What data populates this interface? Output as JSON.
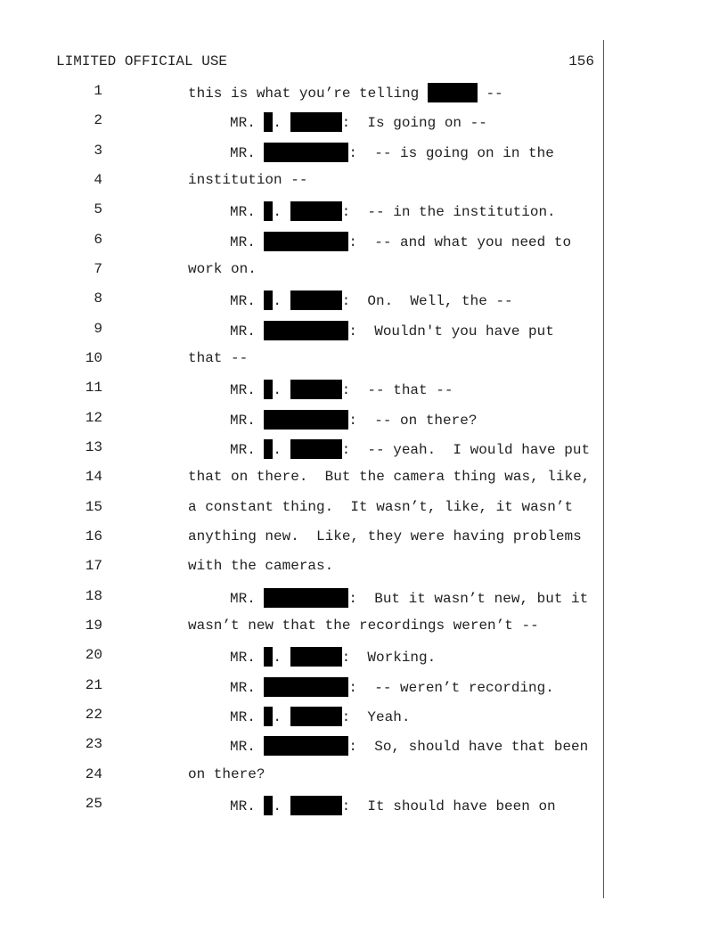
{
  "header": {
    "left": "LIMITED OFFICIAL USE",
    "page_number": "156"
  },
  "lines": [
    {
      "n": "1",
      "indent": false,
      "segs": [
        {
          "t": "this is what you’re telling "
        },
        {
          "r": "name"
        },
        {
          "t": " --"
        }
      ]
    },
    {
      "n": "2",
      "indent": true,
      "segs": [
        {
          "t": "MR. "
        },
        {
          "r": "init"
        },
        {
          "t": ". "
        },
        {
          "r": "last"
        },
        {
          "t": ":  Is going on --"
        }
      ]
    },
    {
      "n": "3",
      "indent": true,
      "segs": [
        {
          "t": "MR. "
        },
        {
          "r": "long"
        },
        {
          "t": ":  -- is going on in the"
        }
      ]
    },
    {
      "n": "4",
      "indent": false,
      "segs": [
        {
          "t": "institution --"
        }
      ]
    },
    {
      "n": "5",
      "indent": true,
      "segs": [
        {
          "t": "MR. "
        },
        {
          "r": "init"
        },
        {
          "t": ". "
        },
        {
          "r": "last"
        },
        {
          "t": ":  -- in the institution."
        }
      ]
    },
    {
      "n": "6",
      "indent": true,
      "segs": [
        {
          "t": "MR. "
        },
        {
          "r": "long"
        },
        {
          "t": ":  -- and what you need to"
        }
      ]
    },
    {
      "n": "7",
      "indent": false,
      "segs": [
        {
          "t": "work on."
        }
      ]
    },
    {
      "n": "8",
      "indent": true,
      "segs": [
        {
          "t": "MR. "
        },
        {
          "r": "init"
        },
        {
          "t": ". "
        },
        {
          "r": "last"
        },
        {
          "t": ":  On.  Well, the --"
        }
      ]
    },
    {
      "n": "9",
      "indent": true,
      "segs": [
        {
          "t": "MR. "
        },
        {
          "r": "long"
        },
        {
          "t": ":  Wouldn't you have put"
        }
      ]
    },
    {
      "n": "10",
      "indent": false,
      "segs": [
        {
          "t": "that --"
        }
      ]
    },
    {
      "n": "11",
      "indent": true,
      "segs": [
        {
          "t": "MR. "
        },
        {
          "r": "init"
        },
        {
          "t": ". "
        },
        {
          "r": "last"
        },
        {
          "t": ":  -- that --"
        }
      ]
    },
    {
      "n": "12",
      "indent": true,
      "segs": [
        {
          "t": "MR. "
        },
        {
          "r": "long"
        },
        {
          "t": ":  -- on there?"
        }
      ]
    },
    {
      "n": "13",
      "indent": true,
      "segs": [
        {
          "t": "MR. "
        },
        {
          "r": "init"
        },
        {
          "t": ". "
        },
        {
          "r": "last"
        },
        {
          "t": ":  -- yeah.  I would have put"
        }
      ]
    },
    {
      "n": "14",
      "indent": false,
      "segs": [
        {
          "t": "that on there.  But the camera thing was, like,"
        }
      ]
    },
    {
      "n": "15",
      "indent": false,
      "segs": [
        {
          "t": "a constant thing.  It wasn’t, like, it wasn’t"
        }
      ]
    },
    {
      "n": "16",
      "indent": false,
      "segs": [
        {
          "t": "anything new.  Like, they were having problems"
        }
      ]
    },
    {
      "n": "17",
      "indent": false,
      "segs": [
        {
          "t": "with the cameras."
        }
      ]
    },
    {
      "n": "18",
      "indent": true,
      "segs": [
        {
          "t": "MR. "
        },
        {
          "r": "long"
        },
        {
          "t": ":  But it wasn’t new, but it"
        }
      ]
    },
    {
      "n": "19",
      "indent": false,
      "segs": [
        {
          "t": "wasn’t new that the recordings weren’t --"
        }
      ]
    },
    {
      "n": "20",
      "indent": true,
      "segs": [
        {
          "t": "MR. "
        },
        {
          "r": "init"
        },
        {
          "t": ". "
        },
        {
          "r": "last"
        },
        {
          "t": ":  Working."
        }
      ]
    },
    {
      "n": "21",
      "indent": true,
      "segs": [
        {
          "t": "MR. "
        },
        {
          "r": "long"
        },
        {
          "t": ":  -- weren’t recording."
        }
      ]
    },
    {
      "n": "22",
      "indent": true,
      "segs": [
        {
          "t": "MR. "
        },
        {
          "r": "init"
        },
        {
          "t": ". "
        },
        {
          "r": "last"
        },
        {
          "t": ":  Yeah."
        }
      ]
    },
    {
      "n": "23",
      "indent": true,
      "segs": [
        {
          "t": "MR. "
        },
        {
          "r": "long"
        },
        {
          "t": ":  So, should have that been"
        }
      ]
    },
    {
      "n": "24",
      "indent": false,
      "segs": [
        {
          "t": "on there?"
        }
      ]
    },
    {
      "n": "25",
      "indent": true,
      "segs": [
        {
          "t": "MR. "
        },
        {
          "r": "init"
        },
        {
          "t": ". "
        },
        {
          "r": "last"
        },
        {
          "t": ":  It should have been on"
        }
      ]
    }
  ]
}
